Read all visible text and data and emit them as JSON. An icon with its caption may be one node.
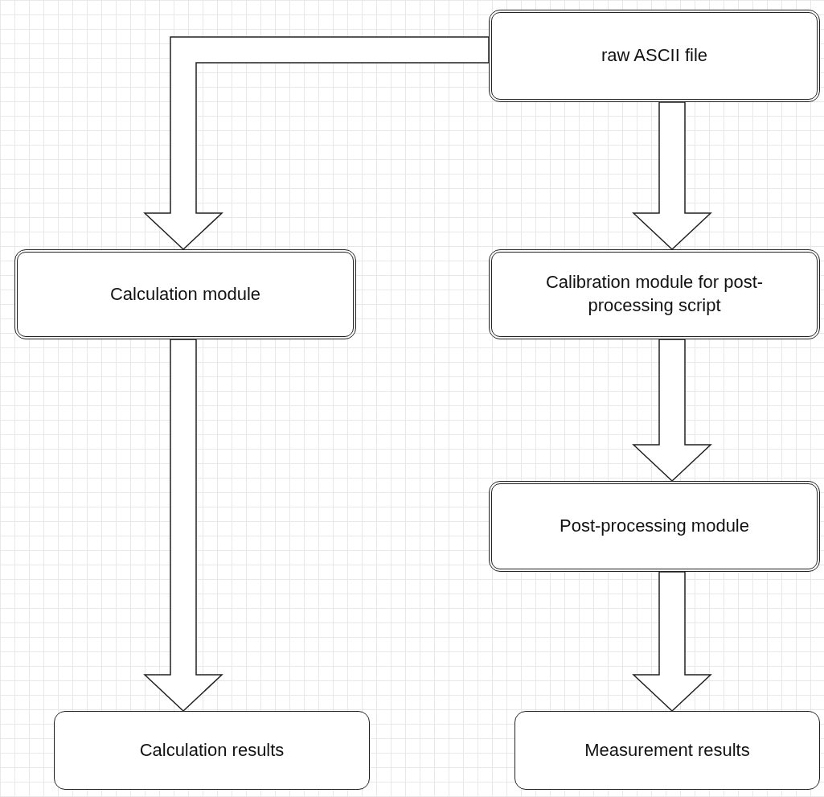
{
  "diagram": {
    "nodes": [
      {
        "text": [
          "raw ASCII file"
        ]
      },
      {
        "text": [
          "Calculation module"
        ]
      },
      {
        "text": [
          "Calibration module for post-processing script"
        ]
      },
      {
        "text": [
          "Post-processing module"
        ]
      },
      {
        "text": [
          "Calculation results"
        ]
      },
      {
        "text": [
          "Measurement results"
        ]
      }
    ],
    "edges": [
      {
        "from": 0,
        "to": 1,
        "arrow": "to"
      },
      {
        "from": 0,
        "to": 2,
        "arrow": "to"
      },
      {
        "from": 1,
        "to": 4,
        "arrow": "to"
      },
      {
        "from": 2,
        "to": 3,
        "arrow": "to"
      },
      {
        "from": 3,
        "to": 5,
        "arrow": "to"
      }
    ]
  }
}
